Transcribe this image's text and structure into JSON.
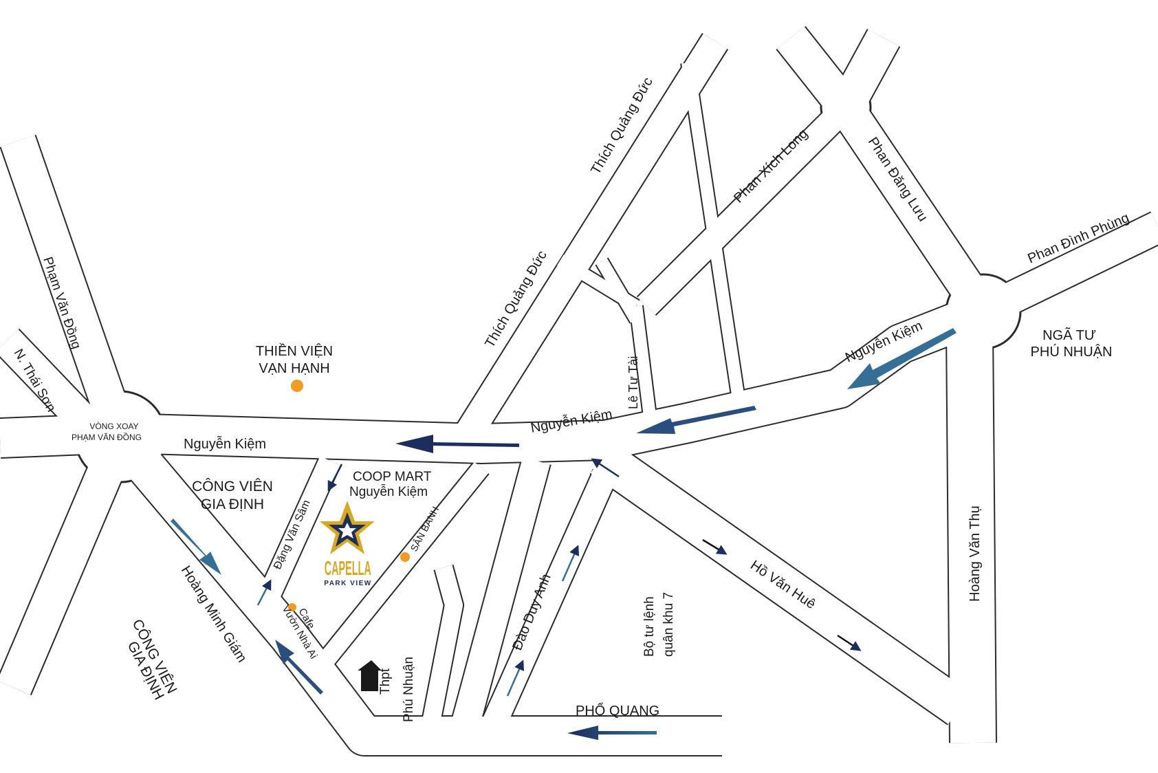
{
  "colors": {
    "road_fill": "#ffffff",
    "road_stroke": "#2b2b2b",
    "arrow_navy": "#1c2d5e",
    "arrow_light": "#356f95",
    "poi_orange": "#f29a22",
    "logo_gold": "#d6a824",
    "logo_navy": "#1c2d5e"
  },
  "streets": {
    "thich_quang_duc_1": "Thích Quảng Đức",
    "thich_quang_duc_2": "Thích Quảng Đức",
    "phan_xich_long": "Phan Xích Long",
    "phan_dang_luu": "Phan Đăng Lưu",
    "phan_dinh_phung": "Phan Đình Phùng",
    "nguyen_kiem_1": "Nguyễn Kiệm",
    "nguyen_kiem_2": "Nguyễn Kiệm",
    "nguyen_kiem_3": "Nguyễn Kiệm",
    "le_tu_tai": "Lê Tự Tài",
    "pham_van_dong": "Phạm Văn Đồng",
    "n_thai_son": "N. Thái Sơn",
    "dang_van_sam": "Đặng Văn Sâm",
    "hoang_minh_giam": "Hoàng Minh Giám",
    "dao_duy_anh": "Đào Duy Anh",
    "ho_van_hue": "Hồ Văn Huê",
    "hoang_van_thu": "Hoàng Văn Thụ",
    "pho_quang": "PHỔ QUANG"
  },
  "places": {
    "roundabout_1": "VÒNG XOAY",
    "roundabout_2": "PHẠM VĂN ĐỒNG",
    "nga_tu_1": "NGÃ TƯ",
    "nga_tu_2": "PHÚ NHUẬN",
    "thien_vien_1": "THIỀN VIỆN",
    "thien_vien_2": "VẠN HẠNH",
    "cong_vien_1": "CÔNG VIÊN",
    "cong_vien_2": "GIA ĐỊNH",
    "cong_vien_b1": "CÔNG VIÊN",
    "cong_vien_b2": "GIA ĐỊNH",
    "coop_1": "COOP MART",
    "coop_2": "Nguyễn Kiệm",
    "san_banh": "SÂN BANH",
    "cafe_1": "Cafe",
    "cafe_2": "Vườn Nhà Ai",
    "thpt_1": "Thpt",
    "thpt_2": "Phú Nhuận",
    "bo_tu_lenh_1": "Bộ tư lệnh",
    "bo_tu_lenh_2": "quân khu 7"
  },
  "logo": {
    "name": "CAPELLA",
    "tagline": "PARK VIEW"
  }
}
